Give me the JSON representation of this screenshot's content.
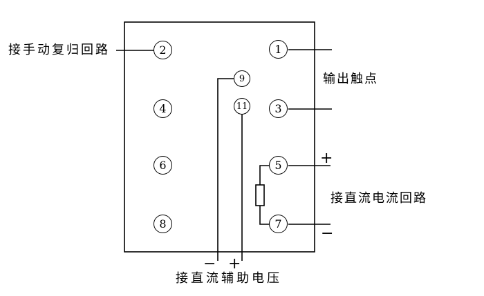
{
  "labels": {
    "manual_reset_circuit": "接手动复归回路",
    "output_contact": "输出触点",
    "dc_current_circuit": "接直流电流回路",
    "dc_aux_voltage": "接直流辅助电压",
    "plus": "+",
    "minus": "−"
  },
  "terminals": [
    {
      "id": "terminal-2",
      "label": "2"
    },
    {
      "id": "terminal-1",
      "label": "1"
    },
    {
      "id": "terminal-9",
      "label": "9"
    },
    {
      "id": "terminal-4",
      "label": "4"
    },
    {
      "id": "terminal-11",
      "label": "11"
    },
    {
      "id": "terminal-3",
      "label": "3"
    },
    {
      "id": "terminal-6",
      "label": "6"
    },
    {
      "id": "terminal-5",
      "label": "5"
    },
    {
      "id": "terminal-8",
      "label": "8"
    },
    {
      "id": "terminal-7",
      "label": "7"
    }
  ]
}
